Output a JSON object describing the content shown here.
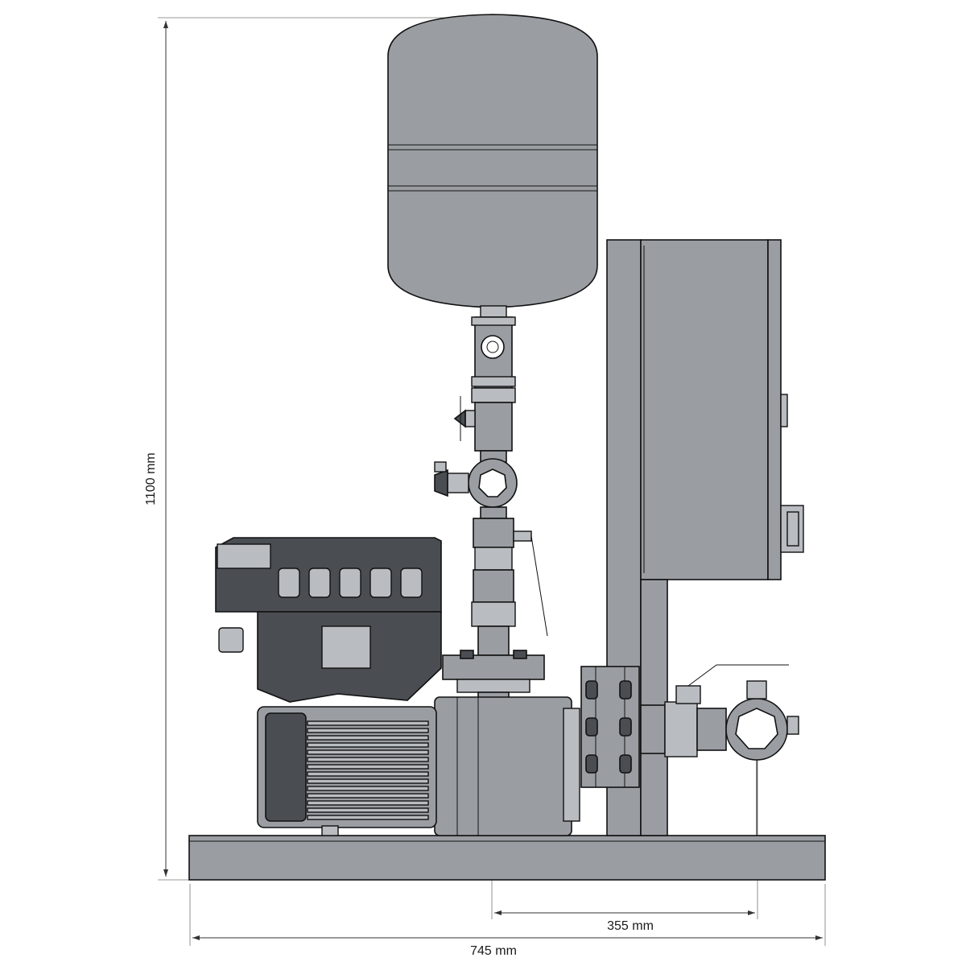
{
  "dimensions": {
    "height_label": "1100 mm",
    "inner_width_label": "355 mm",
    "total_width_label": "745 mm"
  },
  "colors": {
    "metal": "#9a9ea3",
    "dark": "#4a4d52",
    "light": "#b9bcc0",
    "line": "#111111"
  }
}
